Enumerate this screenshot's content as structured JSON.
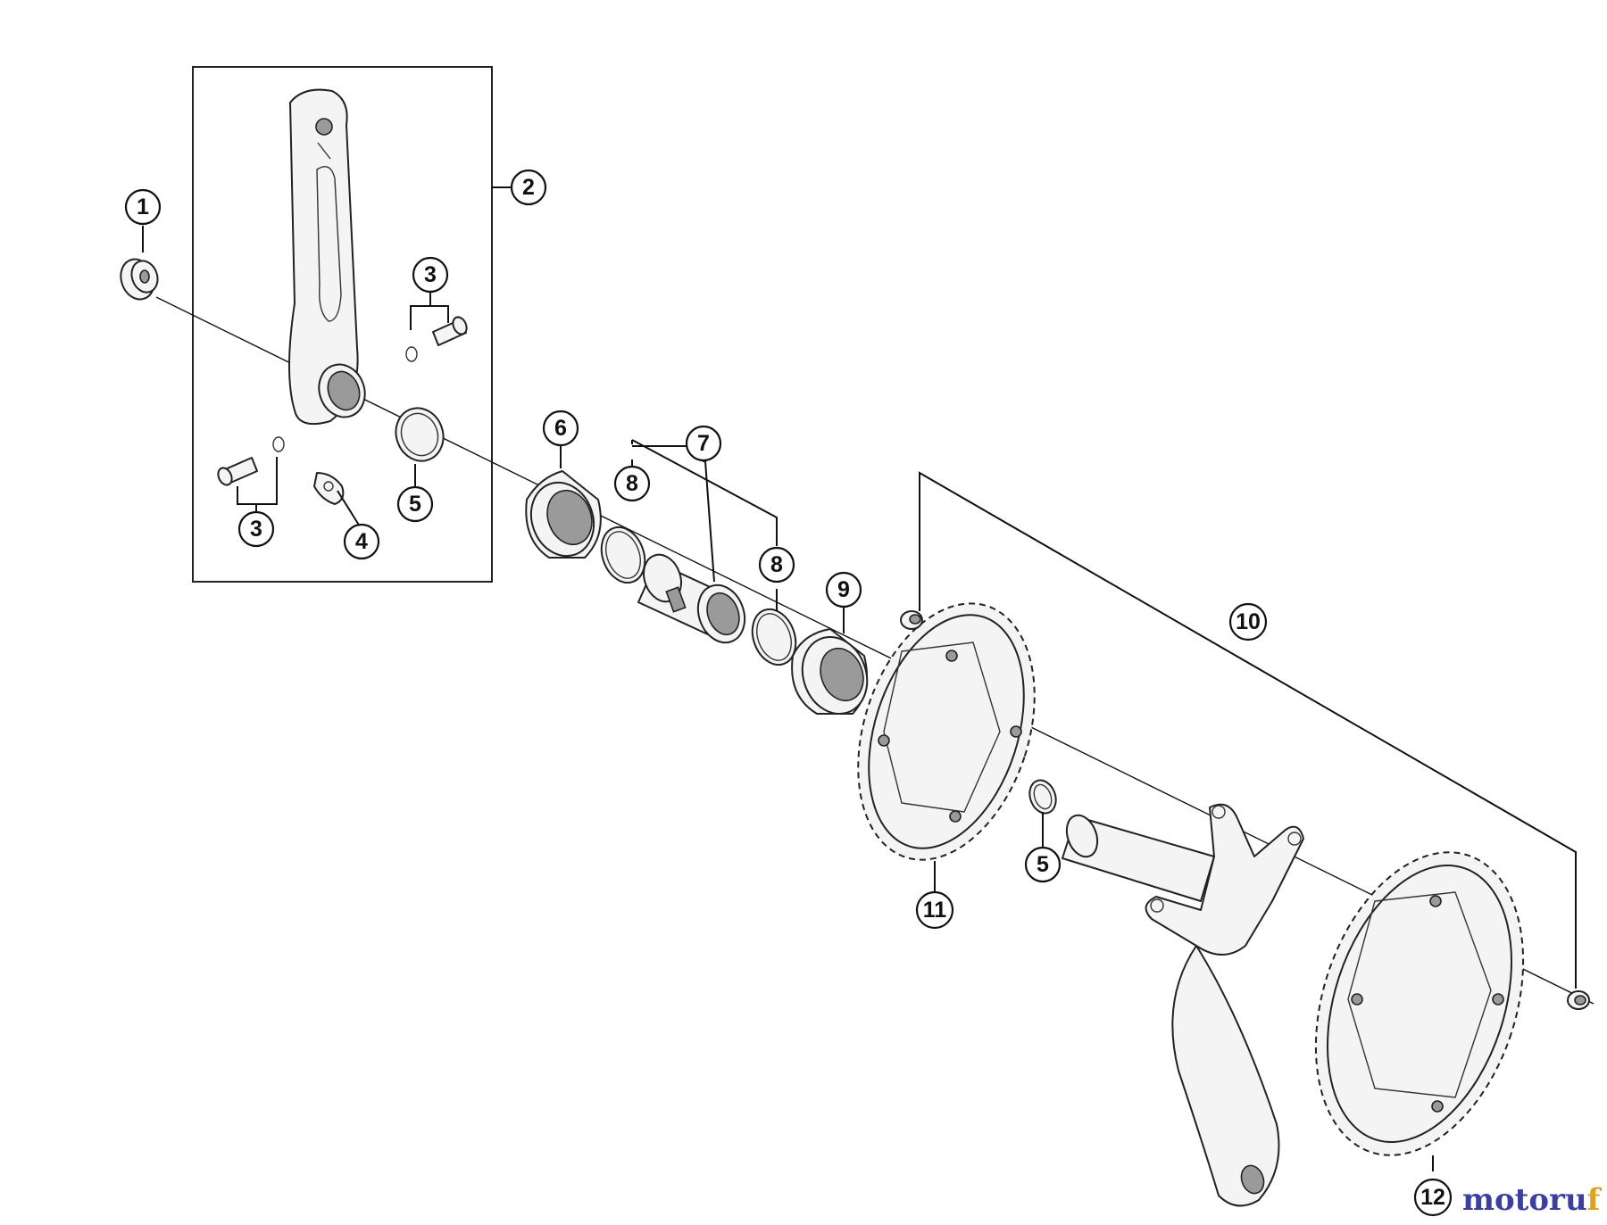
{
  "diagram": {
    "callouts": [
      {
        "id": "c1",
        "label": "1"
      },
      {
        "id": "c2",
        "label": "2"
      },
      {
        "id": "c3a",
        "label": "3"
      },
      {
        "id": "c3b",
        "label": "3"
      },
      {
        "id": "c4",
        "label": "4"
      },
      {
        "id": "c5a",
        "label": "5"
      },
      {
        "id": "c5b",
        "label": "5"
      },
      {
        "id": "c6",
        "label": "6"
      },
      {
        "id": "c7",
        "label": "7"
      },
      {
        "id": "c8a",
        "label": "8"
      },
      {
        "id": "c8b",
        "label": "8"
      },
      {
        "id": "c9",
        "label": "9"
      },
      {
        "id": "c10",
        "label": "10"
      },
      {
        "id": "c11",
        "label": "11"
      },
      {
        "id": "c12",
        "label": "12"
      }
    ]
  },
  "watermark": {
    "text_main": "motoru",
    "text_accent": "f"
  }
}
